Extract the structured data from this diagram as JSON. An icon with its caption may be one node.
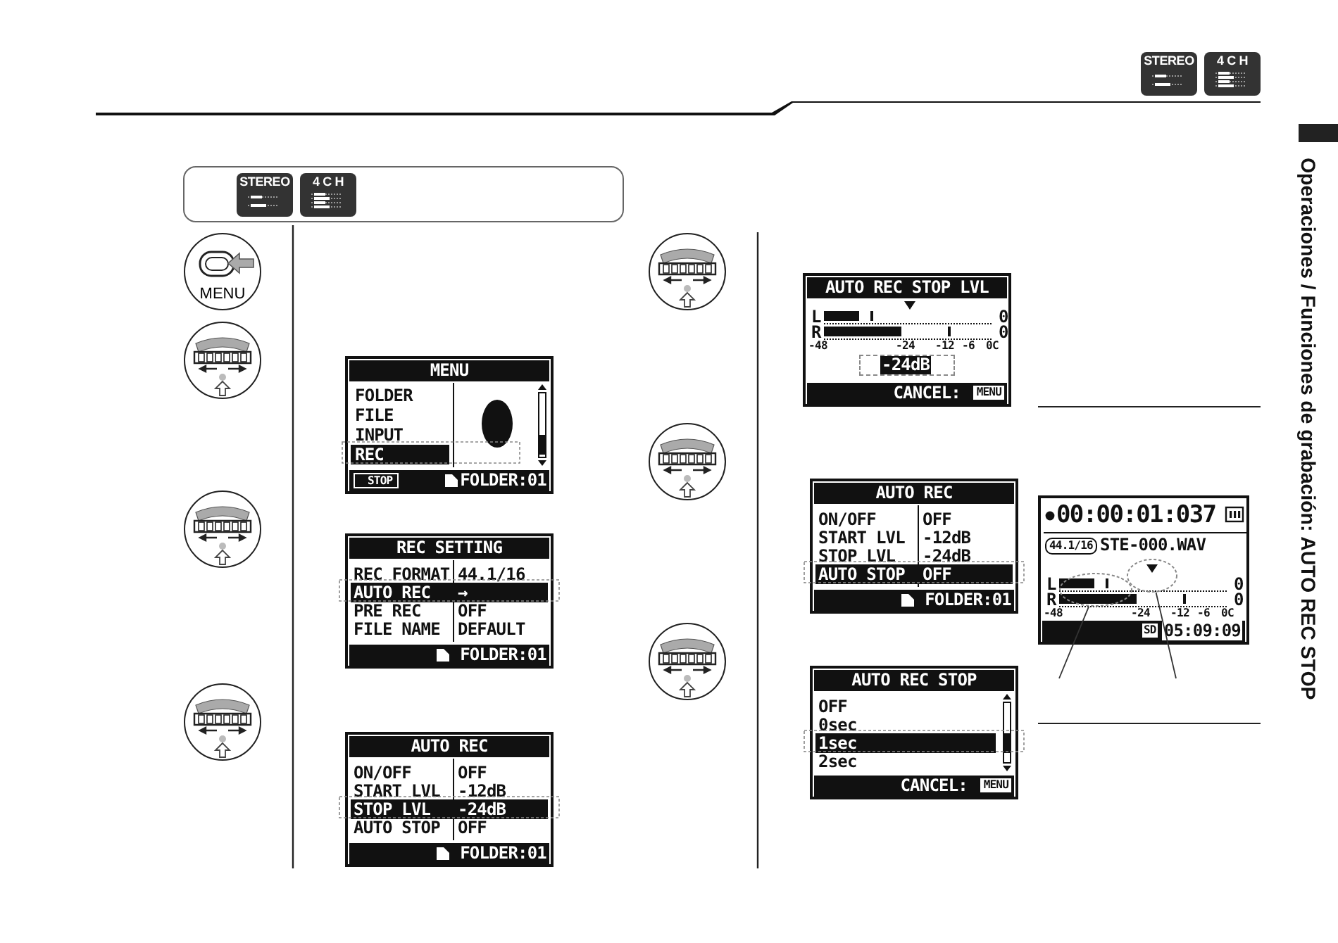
{
  "diagram": {
    "nodes": [
      {
        "text": [
          "STEREO",
          "4 C H"
        ]
      },
      {
        "text": [
          "MENU",
          "FOLDER",
          "FILE",
          "INPUT",
          "REC",
          "STOP",
          "FOLDER:01"
        ]
      },
      {
        "text": [
          "REC SETTING",
          "REC FORMAT",
          "44.1/16",
          "AUTO REC",
          "→",
          "PRE REC",
          "OFF",
          "FILE NAME",
          "DEFAULT",
          "FOLDER:01"
        ]
      },
      {
        "text": [
          "AUTO REC",
          "ON/OFF",
          "OFF",
          "START LVL",
          "-12dB",
          "STOP LVL",
          "-24dB",
          "AUTO STOP",
          "OFF",
          "FOLDER:01"
        ]
      },
      {
        "text": [
          "AUTO REC STOP LVL",
          "L",
          "R",
          "0",
          "0",
          "-48",
          "-24",
          "-12",
          "-6",
          "0C",
          "-24dB",
          "CANCEL:",
          "MENU"
        ]
      },
      {
        "text": [
          "AUTO REC",
          "ON/OFF",
          "OFF",
          "START LVL",
          "-12dB",
          "STOP LVL",
          "-24dB",
          "AUTO STOP",
          "OFF",
          "FOLDER:01"
        ]
      },
      {
        "text": [
          "AUTO REC STOP",
          "OFF",
          "0sec",
          "1sec",
          "2sec",
          "CANCEL:",
          "MENU"
        ]
      },
      {
        "text": [
          "00:00:01:037",
          "44.1/16",
          "STE-000.WAV",
          "L",
          "R",
          "0",
          "0",
          "-48",
          "-24",
          "-12",
          "-6",
          "0C",
          "SD",
          "05:09:09"
        ]
      },
      {
        "text": [],
        "shape": "circle",
        "in": 7
      },
      {
        "text": [],
        "shape": "circle",
        "in": 7
      }
    ],
    "edges": [
      {
        "from": null,
        "to": 8,
        "arrow": "none"
      },
      {
        "from": null,
        "to": 9,
        "arrow": "none"
      }
    ],
    "labels": [
      "STEREO",
      "4 C H",
      "MENU",
      "Operaciones / Funciones de grabación: AUTO REC STOP"
    ]
  }
}
